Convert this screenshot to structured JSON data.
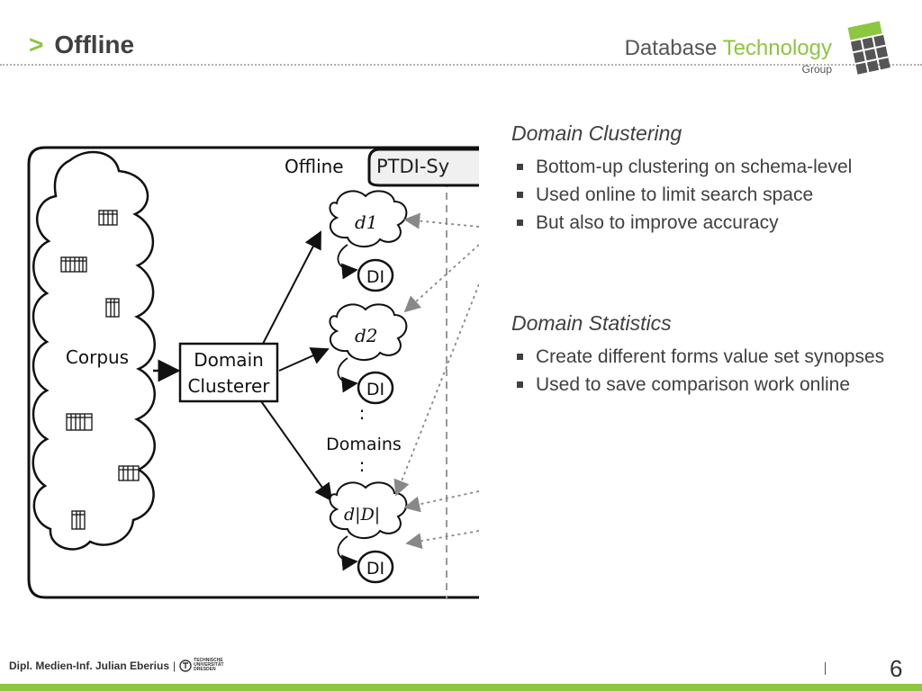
{
  "slide": {
    "title_arrow": ">",
    "title": "Offline"
  },
  "logo": {
    "word1": "Database",
    "word2": "Technology",
    "sub": "Group"
  },
  "diagram": {
    "offline_label": "Offline",
    "ptdi_label": "PTDI-Sy",
    "corpus_label": "Corpus",
    "clusterer_line1": "Domain",
    "clusterer_line2": "Clusterer",
    "domain1": "d1",
    "domain2": "d2",
    "domain_last": "d|D|",
    "di_label": "DI",
    "domains_label": "Domains",
    "vdots": ":"
  },
  "sections": [
    {
      "heading": "Domain Clustering",
      "bullets": [
        "Bottom-up clustering on schema-level",
        "Used online to limit search space",
        "But also to improve accuracy"
      ]
    },
    {
      "heading": "Domain Statistics",
      "bullets": [
        "Create different forms value set synopses",
        "Used to save comparison work online"
      ]
    }
  ],
  "footer": {
    "author": "Dipl. Medien-Inf. Julian Eberius",
    "separator": "|",
    "tu_line1": "TECHNISCHE",
    "tu_line2": "UNIVERSITÄT",
    "tu_line3": "DRESDEN",
    "page_number": "6"
  },
  "colors": {
    "accent_green": "#8dc63f",
    "text_dark": "#404040"
  }
}
